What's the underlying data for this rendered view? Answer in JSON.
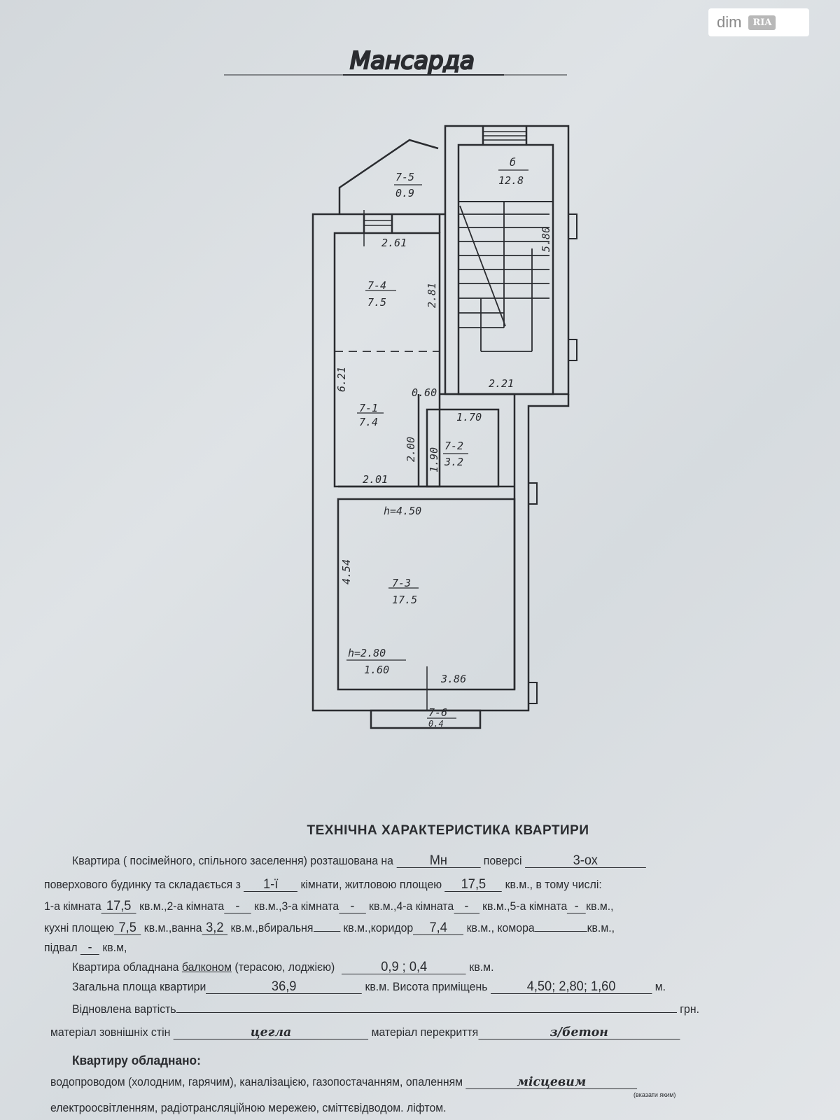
{
  "watermark": {
    "brand_left": "dim",
    "brand_right": "RIA"
  },
  "plan": {
    "title": "Мансарда",
    "rooms": [
      {
        "id": "7-5",
        "area": "0.9"
      },
      {
        "id": "б",
        "area": "12.8"
      },
      {
        "id": "7-4",
        "area": "7.5"
      },
      {
        "id": "7-1",
        "area": "7.4"
      },
      {
        "id": "7-2",
        "area": "3.2"
      },
      {
        "id": "7-3",
        "area": "17.5"
      },
      {
        "id": "7-6",
        "area": "0.4"
      }
    ],
    "dims": {
      "d261": "2.61",
      "d281": "2.81",
      "d580": "5.80",
      "d621": "6.21",
      "d060": "0.60",
      "d221": "2.21",
      "d200": "2.00",
      "d170": "1.70",
      "d190": "1.90",
      "d201": "2.01",
      "h450": "h=4.50",
      "d454": "4.54",
      "h280": "h=2.80",
      "d160": "1.60",
      "d386": "3.86"
    }
  },
  "doc": {
    "heading": "ТЕХНІЧНА ХАРАКТЕРИСТИКА   КВАРТИРИ",
    "l1a": "Квартира ( посімейного, спільного заселення) розташована на",
    "floor": "Мн",
    "l1b": "поверсі",
    "storeys": "3-ох",
    "l2a": "поверхового будинку та складається з",
    "rooms": "1-ї",
    "l2b": "кімнати, житловою площею",
    "living": "17,5",
    "l2c": "кв.м., в тому числі:",
    "l3a": "1-а кімната",
    "r1": "17,5",
    "l3b": "кв.м.,2-а кімната",
    "r2": "-",
    "l3c": "кв.м.,3-а кімната",
    "r3": "-",
    "l3d": "кв.м.,4-а кімната",
    "r4": "-",
    "l3e": "кв.м.,5-а кімната",
    "r5": "-",
    "l3f": "кв.м.,",
    "l4a": "кухні площею",
    "kitchen": "7,5",
    "l4b": "кв.м.,ванна",
    "bath": "3,2",
    "l4c": "кв.м.,вбиральня",
    "wc": "",
    "l4d": "кв.м.,коридор",
    "corridor": "7,4",
    "l4e": "кв.м.,  комора",
    "storage": "",
    "l4f": "кв.м.,",
    "l5a": "підвал",
    "basement": "-",
    "l5b": "кв.м,",
    "l6a": "Квартира обладнана",
    "l6u": "балконом",
    "l6b": "(терасою, лоджією)",
    "balcony": "0,9 ; 0,4",
    "l6c": "кв.м.",
    "l7a": "Загальна площа квартири",
    "total": "36,9",
    "l7b": "кв.м. Висота приміщень",
    "heights": "4,50; 2,80; 1,60",
    "l7c": "м.",
    "l8a": "Відновлена вартість",
    "cost": "",
    "l8b": "грн.",
    "l9a": "матеріал зовнішніх стін",
    "walls": "цегла",
    "l9b": "матеріал перекриття",
    "ceiling": "з/бетон",
    "equipped": "Квартиру обладнано:",
    "l11a": "водопроводом (холодним, гарячим), каналізацією, газопостачанням, опаленням",
    "heating": "місцевим",
    "heating_hint": "(вказати яким)",
    "l12": "електроосвітленням, радіотрансляційною мережею, сміттєвідводом. ліфтом."
  }
}
